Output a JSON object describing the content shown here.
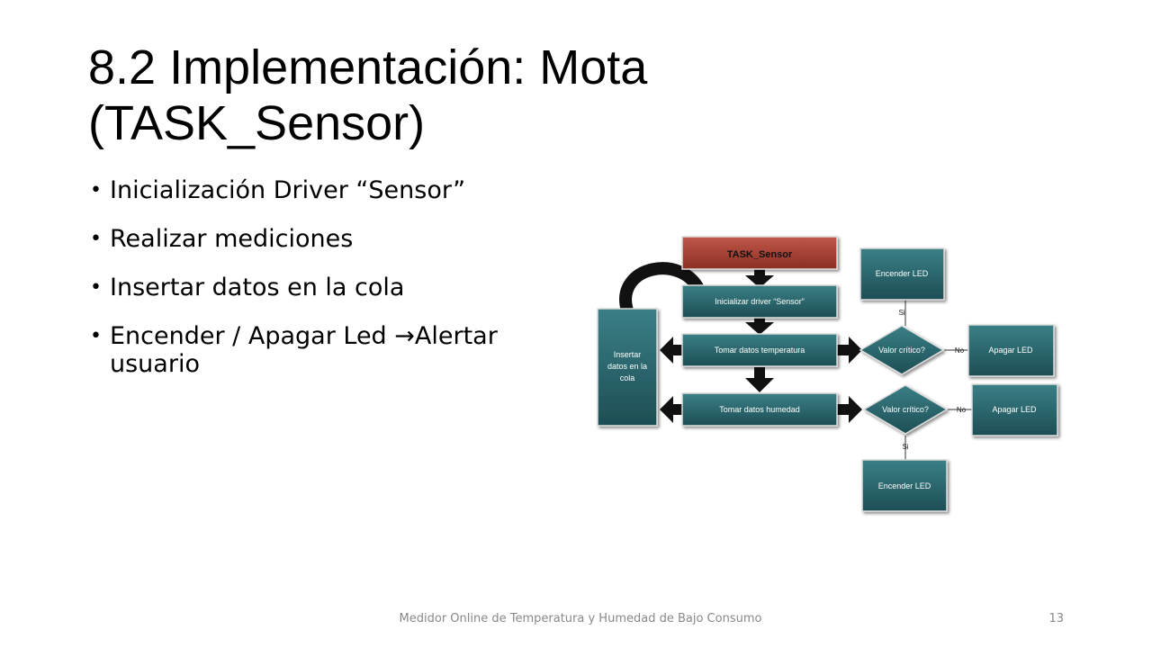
{
  "slide": {
    "title_line1": "8.2 Implementación: Mota",
    "title_line2": "(TASK_Sensor)",
    "bullets": [
      "Inicialización Driver “Sensor”",
      "Realizar mediciones",
      "Insertar datos en la cola",
      "Encender / Apagar Led ",
      "usuario"
    ],
    "bullet4_tail": "Alertar",
    "footer": "Medidor Online de Temperatura y Humedad de Bajo Consumo",
    "page_number": "13"
  },
  "diagram": {
    "task_label": "TASK_Sensor",
    "init_driver": "Inicializar driver “Sensor”",
    "take_temp": "Tomar datos temperatura",
    "take_hum": "Tomar datos humedad",
    "queue_line1": "Insertar",
    "queue_line2": "datos en la",
    "queue_line3": "cola",
    "decision_temp": "Valor crítico?",
    "decision_hum": "Valor crítico?",
    "led_on_top": "Encender LED",
    "led_on_bottom": "Encender LED",
    "led_off_temp": "Apagar LED",
    "led_off_hum": "Apagar LED",
    "yes_top": "Si",
    "yes_bottom": "Si",
    "no_temp": "No",
    "no_hum": "No",
    "colors": {
      "teal_dark": "#1d4e54",
      "teal_light": "#3a7f86",
      "red_dark": "#8b2e22",
      "red_light": "#c0584a"
    }
  }
}
